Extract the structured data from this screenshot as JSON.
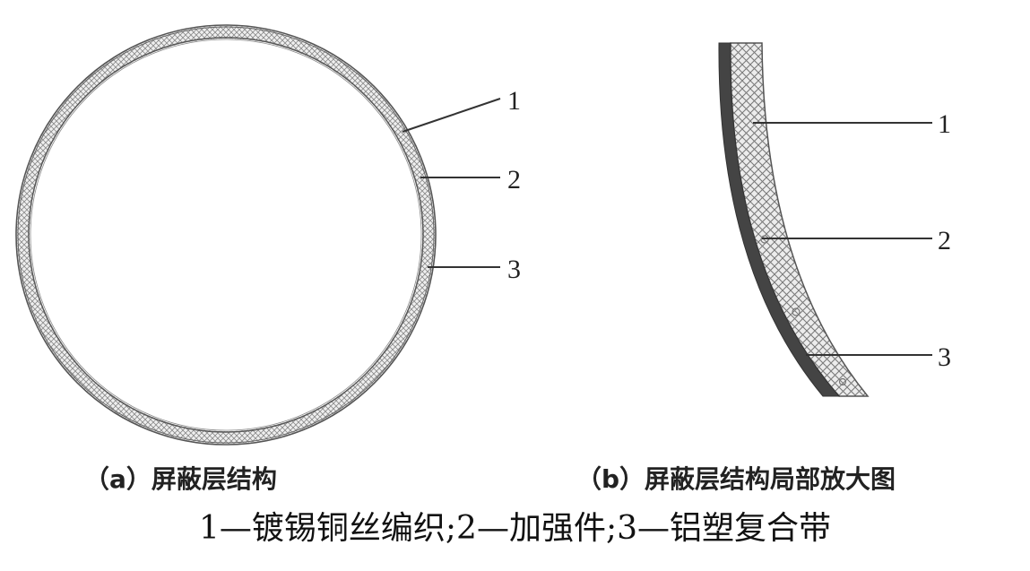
{
  "panel_a": {
    "callouts": [
      "1",
      "2",
      "3"
    ],
    "caption": "（a）屏蔽层结构"
  },
  "panel_b": {
    "callouts": [
      "1",
      "2",
      "3"
    ],
    "caption": "（b）屏蔽层结构局部放大图"
  },
  "legend": "1—镀锡铜丝编织;2—加强件;3—铝塑复合带",
  "colors": {
    "line": "#333333",
    "braid_fill": "#ececec",
    "hatch": "#777777",
    "dark_band": "#444444"
  }
}
